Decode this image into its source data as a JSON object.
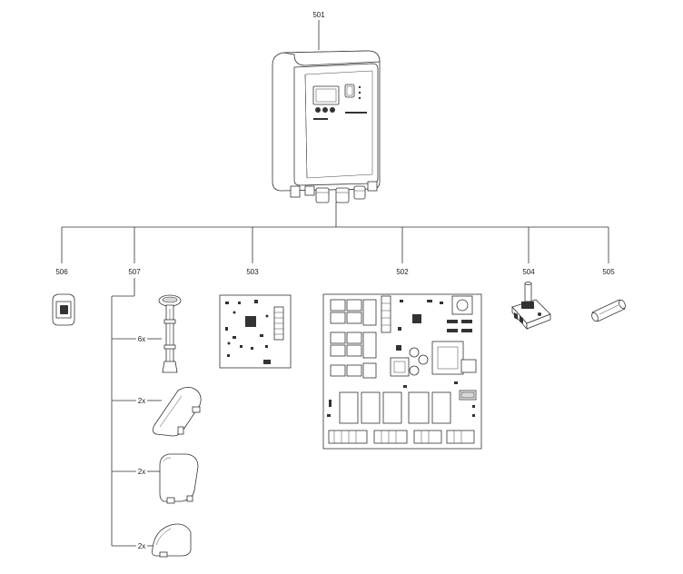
{
  "parts": {
    "p501": "501",
    "p502": "502",
    "p503": "503",
    "p504": "504",
    "p505": "505",
    "p506": "506",
    "p507": "507"
  },
  "quantities": {
    "q1": "6x",
    "q2": "2x",
    "q3": "2x",
    "q4": "2x"
  }
}
